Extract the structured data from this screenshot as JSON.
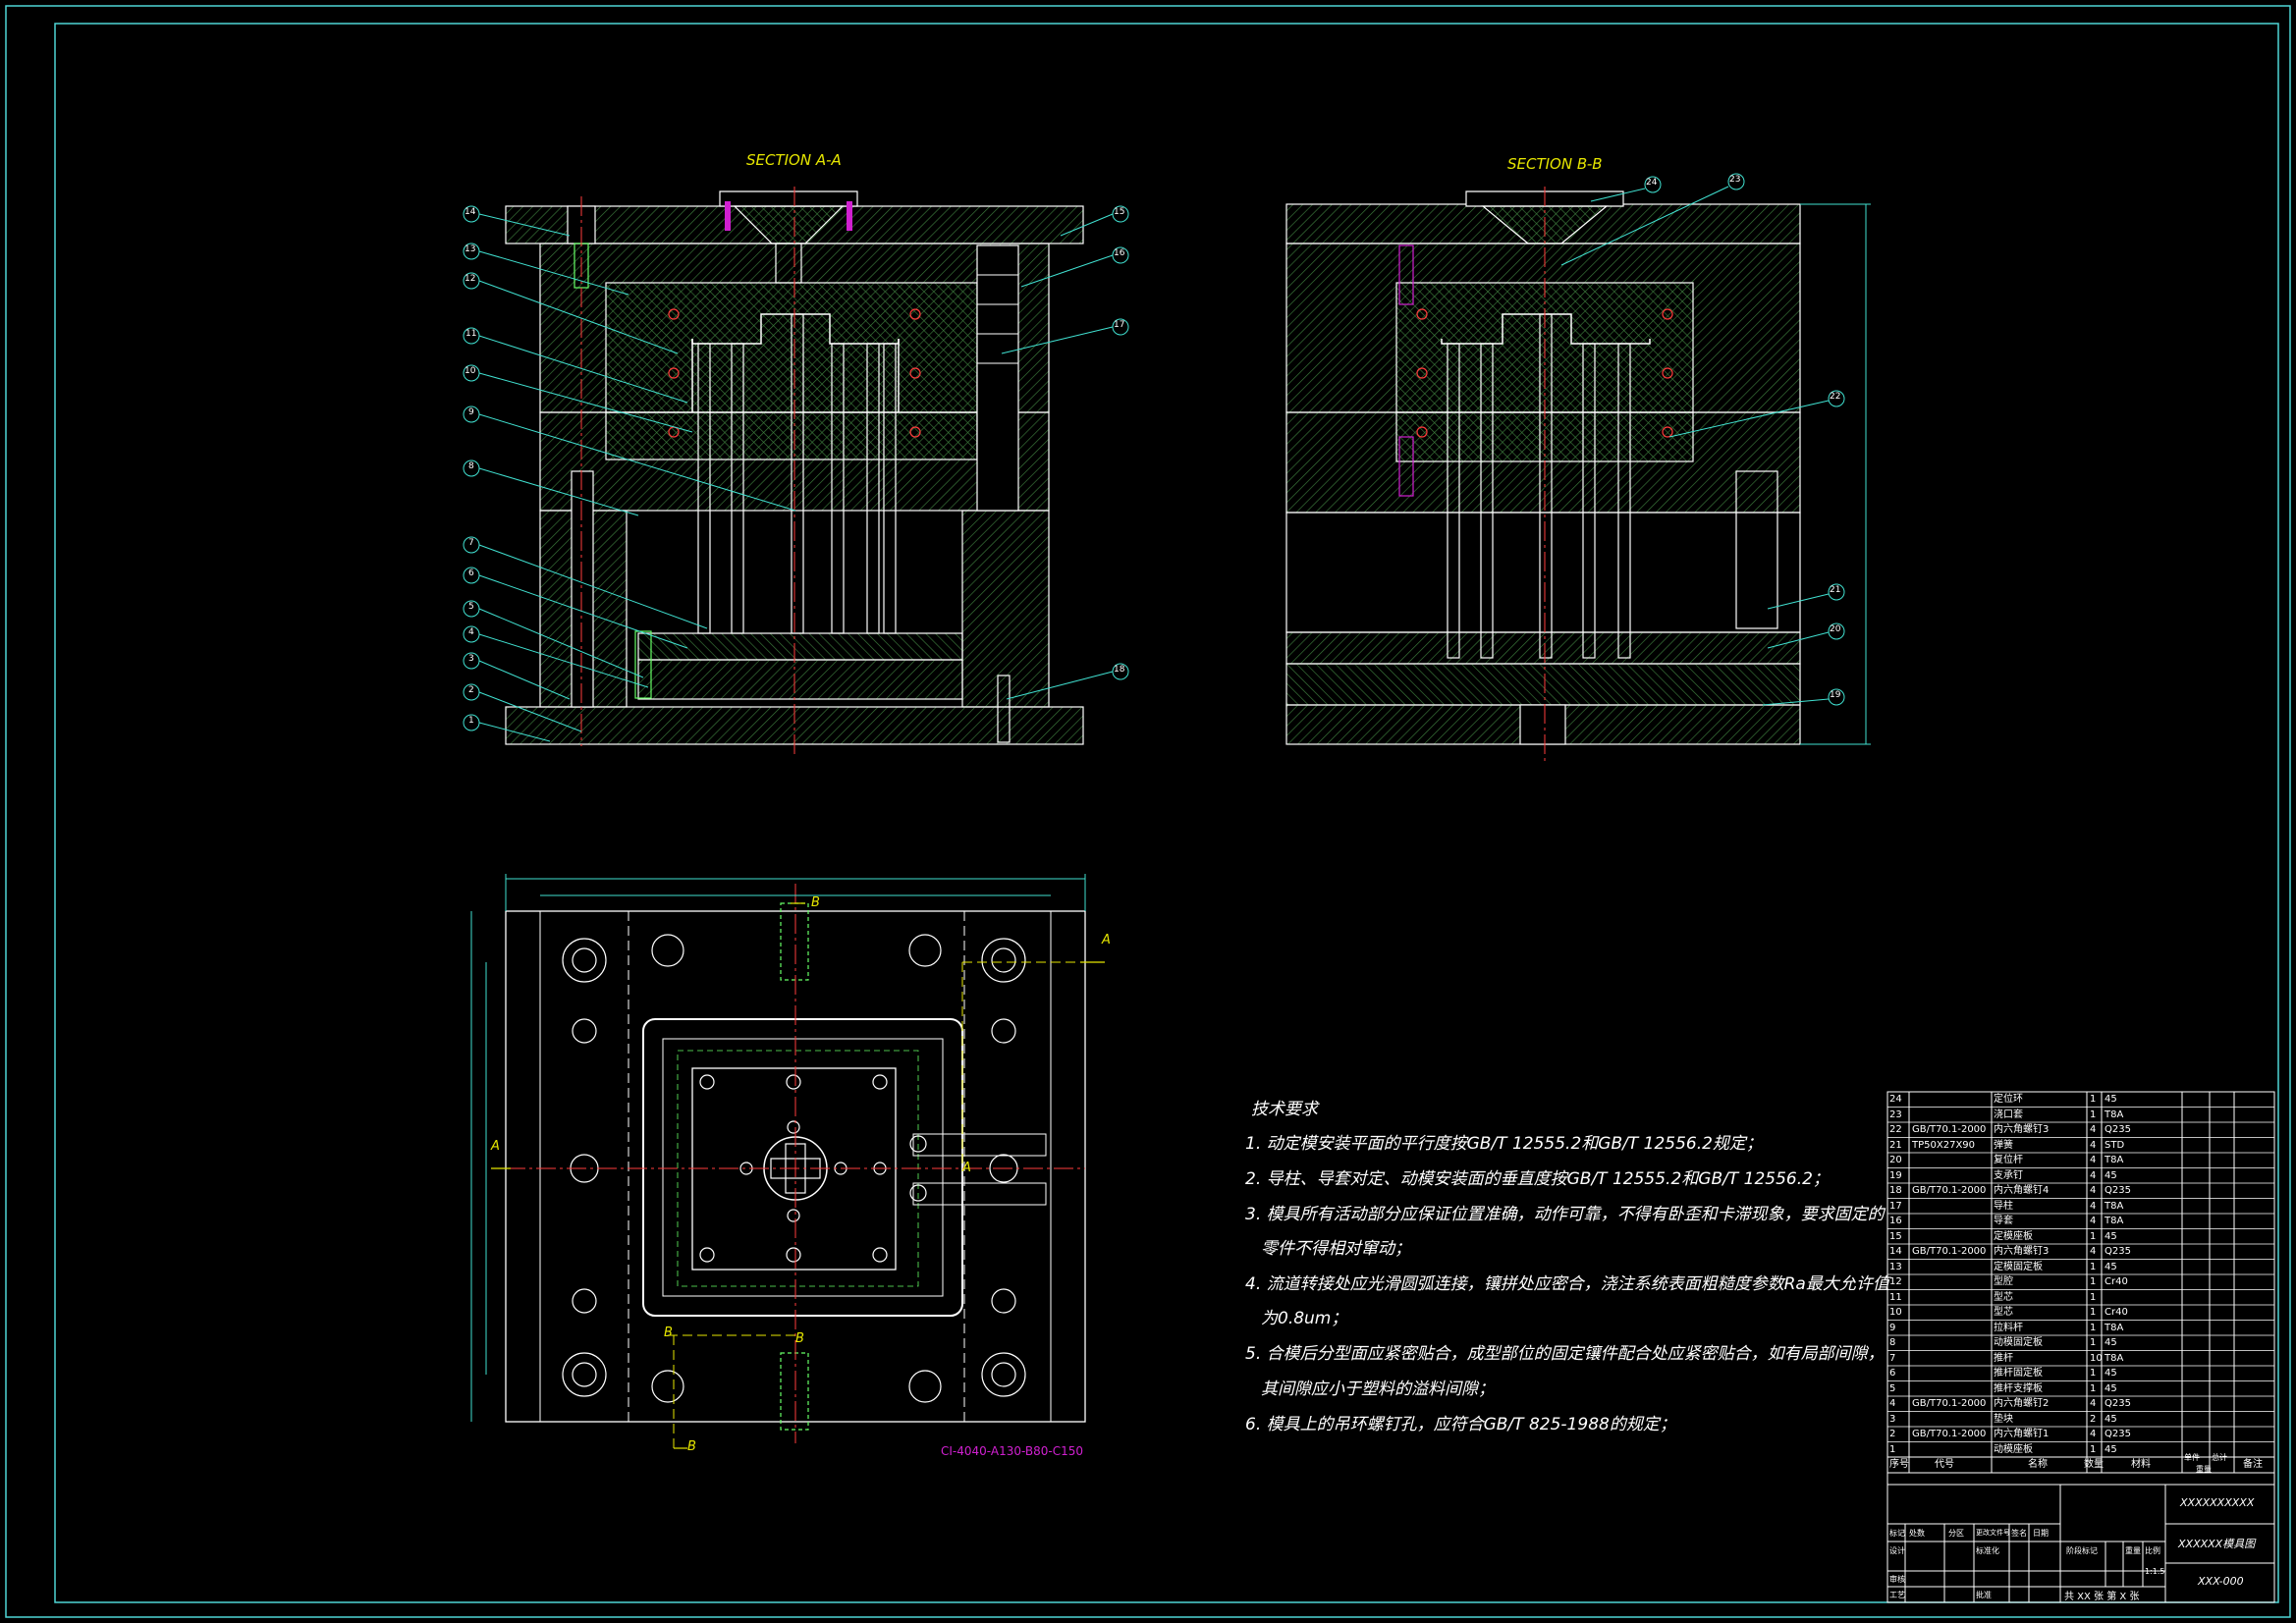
{
  "drawing": {
    "section_aa_title": "SECTION A-A",
    "section_bb_title": "SECTION B-B",
    "catalog_number": "CI-4040-A130-B80-C150",
    "cut_labels": [
      "A",
      "A",
      "A",
      "B",
      "B",
      "B",
      "B"
    ]
  },
  "balloons_aa_left": [
    "14",
    "13",
    "12",
    "11",
    "10",
    "9",
    "8",
    "7",
    "6",
    "5",
    "4",
    "3",
    "2",
    "1"
  ],
  "balloons_aa_right": [
    "15",
    "16",
    "17",
    "18"
  ],
  "balloons_bb": [
    "24",
    "23",
    "22",
    "21",
    "20",
    "19"
  ],
  "requirements": {
    "title": "技术要求",
    "items": [
      "1. 动定模安装平面的平行度按GB/T 12555.2和GB/T 12556.2规定；",
      "2. 导柱、导套对定、动模安装面的垂直度按GB/T 12555.2和GB/T 12556.2；",
      "3. 模具所有活动部分应保证位置准确，动作可靠，不得有卧歪和卡滞现象，要求固定的",
      "4. 流道转接处应光滑圆弧连接，镶拼处应密合，浇注系统表面粗糙度参数Ra最大允许值",
      "5. 合模后分型面应紧密贴合，成型部位的固定镶件配合处应紧密贴合，如有局部间隙，",
      "6. 模具上的吊环螺钉孔，应符合GB/T 825-1988的规定；"
    ],
    "continuations": [
      "零件不得相对窜动；",
      "为0.8um；",
      "其间隙应小于塑料的溢料间隙；"
    ]
  },
  "bom": {
    "rows": [
      {
        "no": "24",
        "std": "",
        "name": "定位环",
        "qty": "1",
        "mat": "45"
      },
      {
        "no": "23",
        "std": "",
        "name": "浇口套",
        "qty": "1",
        "mat": "T8A"
      },
      {
        "no": "22",
        "std": "GB/T70.1-2000",
        "name": "内六角螺钉3",
        "qty": "4",
        "mat": "Q235"
      },
      {
        "no": "21",
        "std": "TP50X27X90",
        "name": "弹簧",
        "qty": "4",
        "mat": "STD"
      },
      {
        "no": "20",
        "std": "",
        "name": "复位杆",
        "qty": "4",
        "mat": "T8A"
      },
      {
        "no": "19",
        "std": "",
        "name": "支承钉",
        "qty": "4",
        "mat": "45"
      },
      {
        "no": "18",
        "std": "GB/T70.1-2000",
        "name": "内六角螺钉4",
        "qty": "4",
        "mat": "Q235"
      },
      {
        "no": "17",
        "std": "",
        "name": "导柱",
        "qty": "4",
        "mat": "T8A"
      },
      {
        "no": "16",
        "std": "",
        "name": "导套",
        "qty": "4",
        "mat": "T8A"
      },
      {
        "no": "15",
        "std": "",
        "name": "定模座板",
        "qty": "1",
        "mat": "45"
      },
      {
        "no": "14",
        "std": "GB/T70.1-2000",
        "name": "内六角螺钉3",
        "qty": "4",
        "mat": "Q235"
      },
      {
        "no": "13",
        "std": "",
        "name": "定模固定板",
        "qty": "1",
        "mat": "45"
      },
      {
        "no": "12",
        "std": "",
        "name": "型腔",
        "qty": "1",
        "mat": "Cr40"
      },
      {
        "no": "11",
        "std": "",
        "name": "型芯",
        "qty": "1",
        "mat": ""
      },
      {
        "no": "10",
        "std": "",
        "name": "型芯",
        "qty": "1",
        "mat": "Cr40"
      },
      {
        "no": "9",
        "std": "",
        "name": "拉料杆",
        "qty": "1",
        "mat": "T8A"
      },
      {
        "no": "8",
        "std": "",
        "name": "动模固定板",
        "qty": "1",
        "mat": "45"
      },
      {
        "no": "7",
        "std": "",
        "name": "推杆",
        "qty": "10",
        "mat": "T8A"
      },
      {
        "no": "6",
        "std": "",
        "name": "推杆固定板",
        "qty": "1",
        "mat": "45"
      },
      {
        "no": "5",
        "std": "",
        "name": "推杆支撑板",
        "qty": "1",
        "mat": "45"
      },
      {
        "no": "4",
        "std": "GB/T70.1-2000",
        "name": "内六角螺钉2",
        "qty": "4",
        "mat": "Q235"
      },
      {
        "no": "3",
        "std": "",
        "name": "垫块",
        "qty": "2",
        "mat": "45"
      },
      {
        "no": "2",
        "std": "GB/T70.1-2000",
        "name": "内六角螺钉1",
        "qty": "4",
        "mat": "Q235"
      },
      {
        "no": "1",
        "std": "",
        "name": "动模座板",
        "qty": "1",
        "mat": "45"
      }
    ],
    "header": {
      "no": "序号",
      "std": "代号",
      "name": "名称",
      "qty": "数量",
      "mat": "材料",
      "single": "单件",
      "total": "总计",
      "note": "备注",
      "weight": "重量"
    }
  },
  "titleblock": {
    "company": "XXXXXXXXXX",
    "drawing_name": "XXXXXX模具图",
    "drawing_no": "XXX-000",
    "scale": "1:1.5",
    "sheets": "共 XX 张   第 X 张",
    "labels": [
      "标记",
      "处数",
      "分区",
      "更改文件号",
      "签名",
      "日期",
      "设计",
      "标准化",
      "阶段标记",
      "重量",
      "比例",
      "审核",
      "工艺",
      "批准"
    ]
  },
  "colors": {
    "background": "#000000",
    "frame": "#4fd6d6",
    "outline": "#ffffff",
    "hatch": "#3c7a3c",
    "centerline": "#ff3b3b",
    "dimension": "#40e0d0",
    "title_text": "#e6e600",
    "magenta": "#d020d0",
    "hidden": "#66ff66"
  }
}
